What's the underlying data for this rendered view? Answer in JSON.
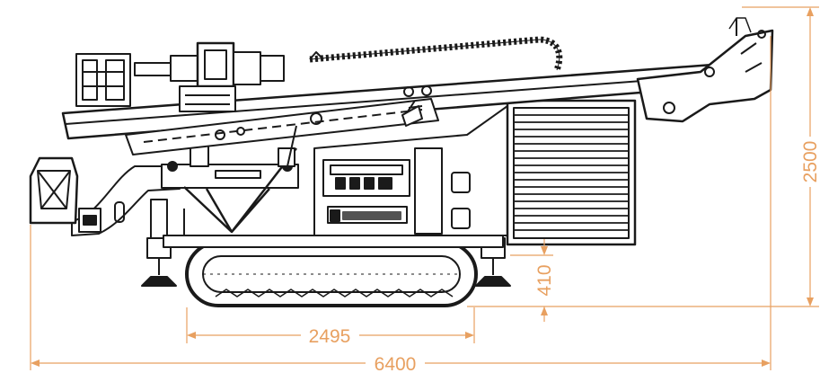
{
  "colors": {
    "line": "#1a1a1a",
    "dimension": "#e8a060",
    "background": "#ffffff"
  },
  "dimensions": {
    "overall_length": "6400",
    "track_length": "2495",
    "overall_height": "2500",
    "ground_clearance": "410"
  }
}
